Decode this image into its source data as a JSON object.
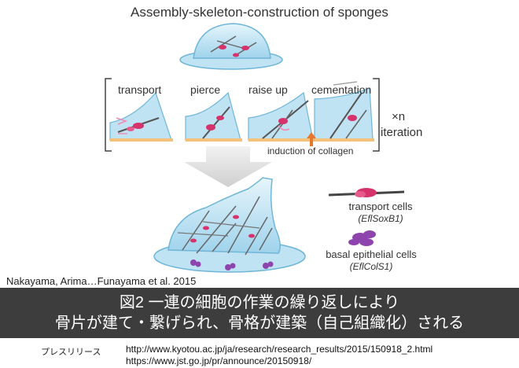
{
  "title": "Assembly-skeleton-construction of sponges",
  "steps": [
    "transport",
    "pierce",
    "raise up",
    "cementation"
  ],
  "iteration": {
    "multiplier": "×n",
    "label": "iteration"
  },
  "induction_label": "induction of collagen",
  "legend": {
    "transport": {
      "label": "transport cells",
      "gene": "(EflSoxB1)"
    },
    "basal": {
      "label": "basal epithelial cells",
      "gene": "(EflColS1)"
    }
  },
  "authors": "Nakayama, Arima…Funayama et al. 2015",
  "banner": {
    "line1": "図2 一連の細胞の作業の繰り返しにより",
    "line2": "骨片が建て・繋げられ、骨格が建築（自己組織化）される"
  },
  "press": {
    "label": "プレスリリース",
    "url1": "http://www.kyotou.ac.jp/ja/research/research_results/2015/150918_2.html",
    "url2": "https://www.jst.go.jp/pr/announce/20150918/"
  },
  "colors": {
    "sponge_blue": "#bfe3f3",
    "sponge_edge": "#6fb6d8",
    "transport_cell": "#d6336c",
    "basal_cell": "#8e44ad",
    "banner_bg": "#3d3d3d",
    "arrow_gray": "#d9d9d9",
    "collagen_arrow": "#e8762c"
  }
}
